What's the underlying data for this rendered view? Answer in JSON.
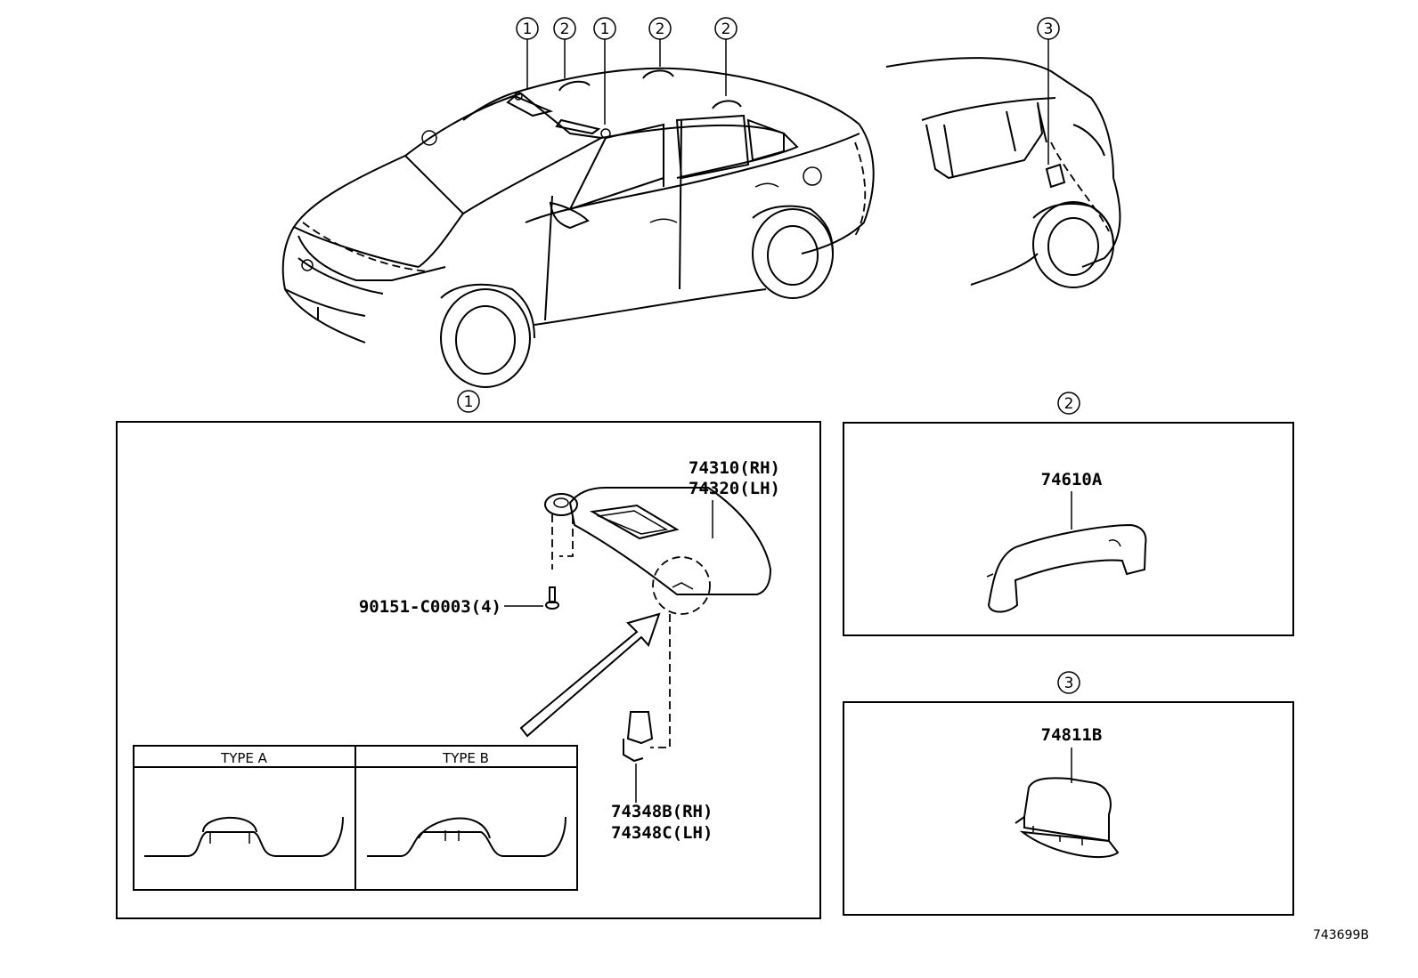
{
  "callouts": [
    "1",
    "2",
    "1",
    "2",
    "2",
    "3"
  ],
  "sections": {
    "sun_visor": {
      "marker": "1",
      "parts": {
        "visor_rh": "74310(RH)",
        "visor_lh": "74320(LH)",
        "screw": "90151-C0003(4)",
        "holder_rh": "74348B(RH)",
        "holder_lh": "74348C(LH)"
      },
      "types": [
        "TYPE A",
        "TYPE B"
      ]
    },
    "assist_grip": {
      "marker": "2",
      "part": "74610A"
    },
    "cover": {
      "marker": "3",
      "part": "74811B"
    }
  },
  "drawing_ref": "743699B"
}
